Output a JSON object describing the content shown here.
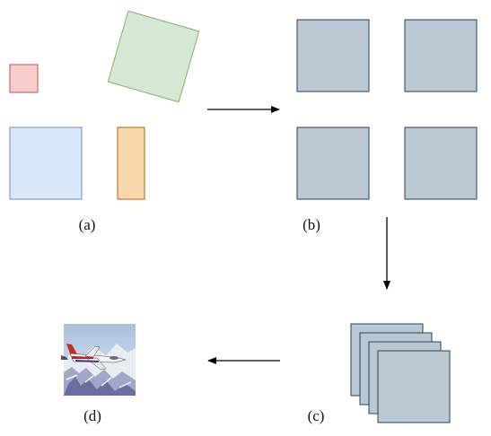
{
  "labels": {
    "a": "(a)",
    "b": "(b)",
    "c": "(c)",
    "d": "(d)"
  },
  "colors": {
    "red_fill": "#f8cecc",
    "red_stroke": "#b85450",
    "green_fill": "#d5e8d4",
    "green_stroke": "#82b366",
    "blue_fill": "#dae8fc",
    "blue_stroke": "#6c8ebf",
    "orange_fill": "#fad7ac",
    "orange_stroke": "#b46504",
    "slate_fill": "#bac8d3",
    "slate_stroke": "#23445d",
    "arrow": "#000000"
  },
  "stack_count": 4
}
